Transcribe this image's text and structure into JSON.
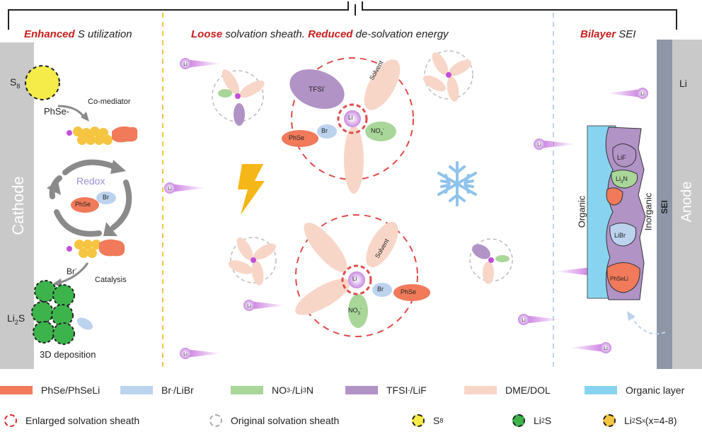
{
  "headers": {
    "left": {
      "strong": "Enhanced",
      "rest": " S utilization"
    },
    "middle": {
      "strong1": "Loose",
      "rest1": " solvation sheath. ",
      "strong2": "Reduced",
      "rest2": " de-solvation energy"
    },
    "right": {
      "strong": "Bilayer",
      "rest": " SEI"
    }
  },
  "cathode": {
    "side_label": "Cathode",
    "s8": "S",
    "s8_sub": "8",
    "phse": "PhSe-",
    "comediator": "Co-mediator",
    "redox": "Redox",
    "phse_small": "PhSe",
    "br_small": "Br",
    "br_ion": "Br",
    "br_sup": "-",
    "catalysis": "Catalysis",
    "li2s_pre": "Li",
    "li2s_sub": "2",
    "li2s_post": "S",
    "deposition": "3D deposition"
  },
  "solvation": {
    "tfsi": "TFSI",
    "tfsi_sup": "-",
    "solvent": "Solvent",
    "li": "Li",
    "no3": "NO",
    "no3_sub": "3",
    "no3_sup": "-",
    "br": "Br",
    "phse": "PhSe"
  },
  "li_ion": "Li",
  "sei": {
    "lif": "LiF",
    "li3n": "Li",
    "li3n_sub": "3",
    "li3n_post": "N",
    "libr": "LiBr",
    "phseli": "PhSeLi",
    "organic": "Organic",
    "inorganic": "Inorganic",
    "sei_label": "SEI",
    "anode": "Anode",
    "li_metal": "Li"
  },
  "legend_row1": [
    {
      "label": "PhSe/PhSeLi",
      "color": "#f07a5a"
    },
    {
      "label": "Br",
      "sup": "-",
      "post": "/LiBr",
      "color": "#bcd3ee"
    },
    {
      "label": "NO",
      "sub": "3",
      "sup": "-",
      "post": "/Li",
      "sub2": "3",
      "post2": "N",
      "color": "#a9d699"
    },
    {
      "label": "TFSI",
      "sup": "-",
      "post": "/LiF",
      "color": "#b193c6"
    },
    {
      "label": "DME/DOL",
      "color": "#f7d6c8"
    },
    {
      "label": "Organic layer",
      "color": "#88d4f0"
    }
  ],
  "legend_row2": [
    {
      "label": "Enlarged solvation sheath",
      "color": "#d62828"
    },
    {
      "label": "Original solvation sheath",
      "color": "#aaaaaa"
    },
    {
      "label": "S",
      "sub": "8",
      "color": "#f5ec4a"
    },
    {
      "label": "Li",
      "sub": "2",
      "post": "S",
      "color": "#3cb44b"
    },
    {
      "label": "Li",
      "sub": "2",
      "post": "S",
      "sub2": "x",
      "post2": " (x=4-8)",
      "color": "#f5c542"
    }
  ]
}
